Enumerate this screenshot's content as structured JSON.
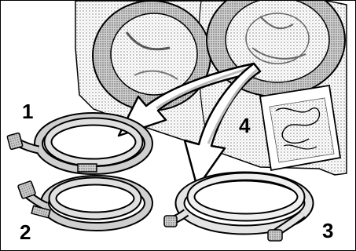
{
  "callouts": [
    {
      "id": "1",
      "label": "1"
    },
    {
      "id": "2",
      "label": "2"
    },
    {
      "id": "3",
      "label": "3"
    },
    {
      "id": "4",
      "label": "4"
    }
  ],
  "colors": {
    "ink": "#000000",
    "shade": "#bdbdbd",
    "light_shade": "#e4e4e4",
    "paper": "#ffffff"
  }
}
